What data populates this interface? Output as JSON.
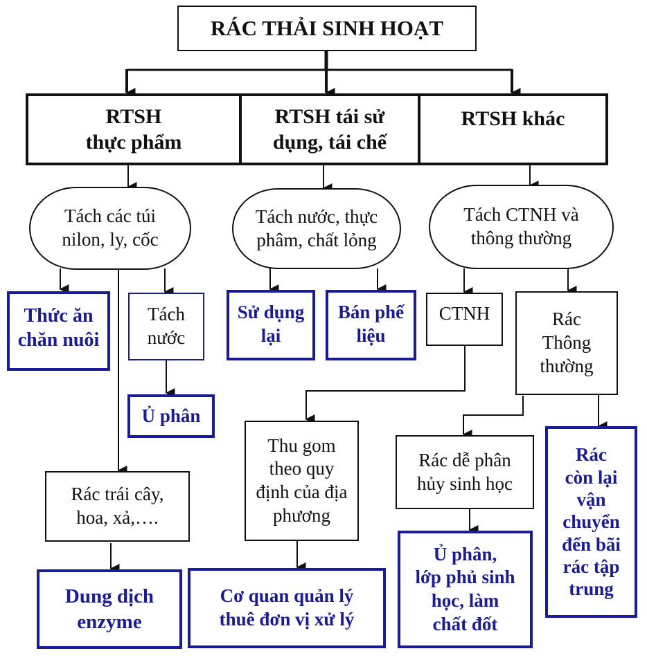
{
  "diagram": {
    "title": "RÁC THẢI SINH HOẠT",
    "colors": {
      "line": "#111111",
      "result_border": "#1a1a9c",
      "result_text": "#1a1a9c"
    },
    "categories": [
      {
        "id": "food",
        "lines": [
          "RTSH",
          "thực phẩm"
        ]
      },
      {
        "id": "recycle",
        "lines": [
          "RTSH tái sử",
          "dụng, tái chế"
        ]
      },
      {
        "id": "other",
        "lines": [
          "RTSH khác"
        ]
      }
    ],
    "separation_steps": [
      {
        "id": "sep-food",
        "lines": [
          "Tách các túi",
          "nilon, ly, cốc"
        ]
      },
      {
        "id": "sep-recycle",
        "lines": [
          "Tách nước, thực",
          "phâm, chất lỏng"
        ]
      },
      {
        "id": "sep-other",
        "lines": [
          "Tách CTNH và",
          "thông thường"
        ]
      }
    ],
    "nodes": {
      "animal_feed": {
        "lines": [
          "Thức ăn",
          "chăn nuôi"
        ]
      },
      "water_separation": {
        "lines": [
          "Tách",
          "nước"
        ]
      },
      "composting": {
        "lines": [
          "Ủ phân"
        ]
      },
      "fruit_waste": {
        "lines": [
          "Rác trái cây,",
          "hoa, xả,…."
        ]
      },
      "enzyme_solution": {
        "lines": [
          "Dung dịch",
          "enzyme"
        ]
      },
      "reuse": {
        "lines": [
          "Sử dụng",
          "lại"
        ]
      },
      "sell_scrap": {
        "lines": [
          "Bán phế",
          "liệu"
        ]
      },
      "hazardous": {
        "lines": [
          "CTNH"
        ]
      },
      "normal_waste": {
        "lines": [
          "Rác",
          "Thông",
          "thường"
        ]
      },
      "local_collection": {
        "lines": [
          "Thu gom",
          "theo quy",
          "định của địa",
          "phương"
        ]
      },
      "authority_contract": {
        "lines": [
          "Cơ quan quản lý",
          "thuê đơn vị xử lý"
        ]
      },
      "biodegradable": {
        "lines": [
          "Rác dễ phân",
          "hủy sinh học"
        ]
      },
      "compost_cover_fuel": {
        "lines": [
          "Ủ phân,",
          "lớp phủ sinh",
          "học, làm",
          "chất đốt"
        ]
      },
      "remaining_landfill": {
        "lines": [
          "Rác",
          "còn lại",
          "vận",
          "chuyển",
          "đến bãi",
          "rác tập",
          "trung"
        ]
      }
    }
  }
}
